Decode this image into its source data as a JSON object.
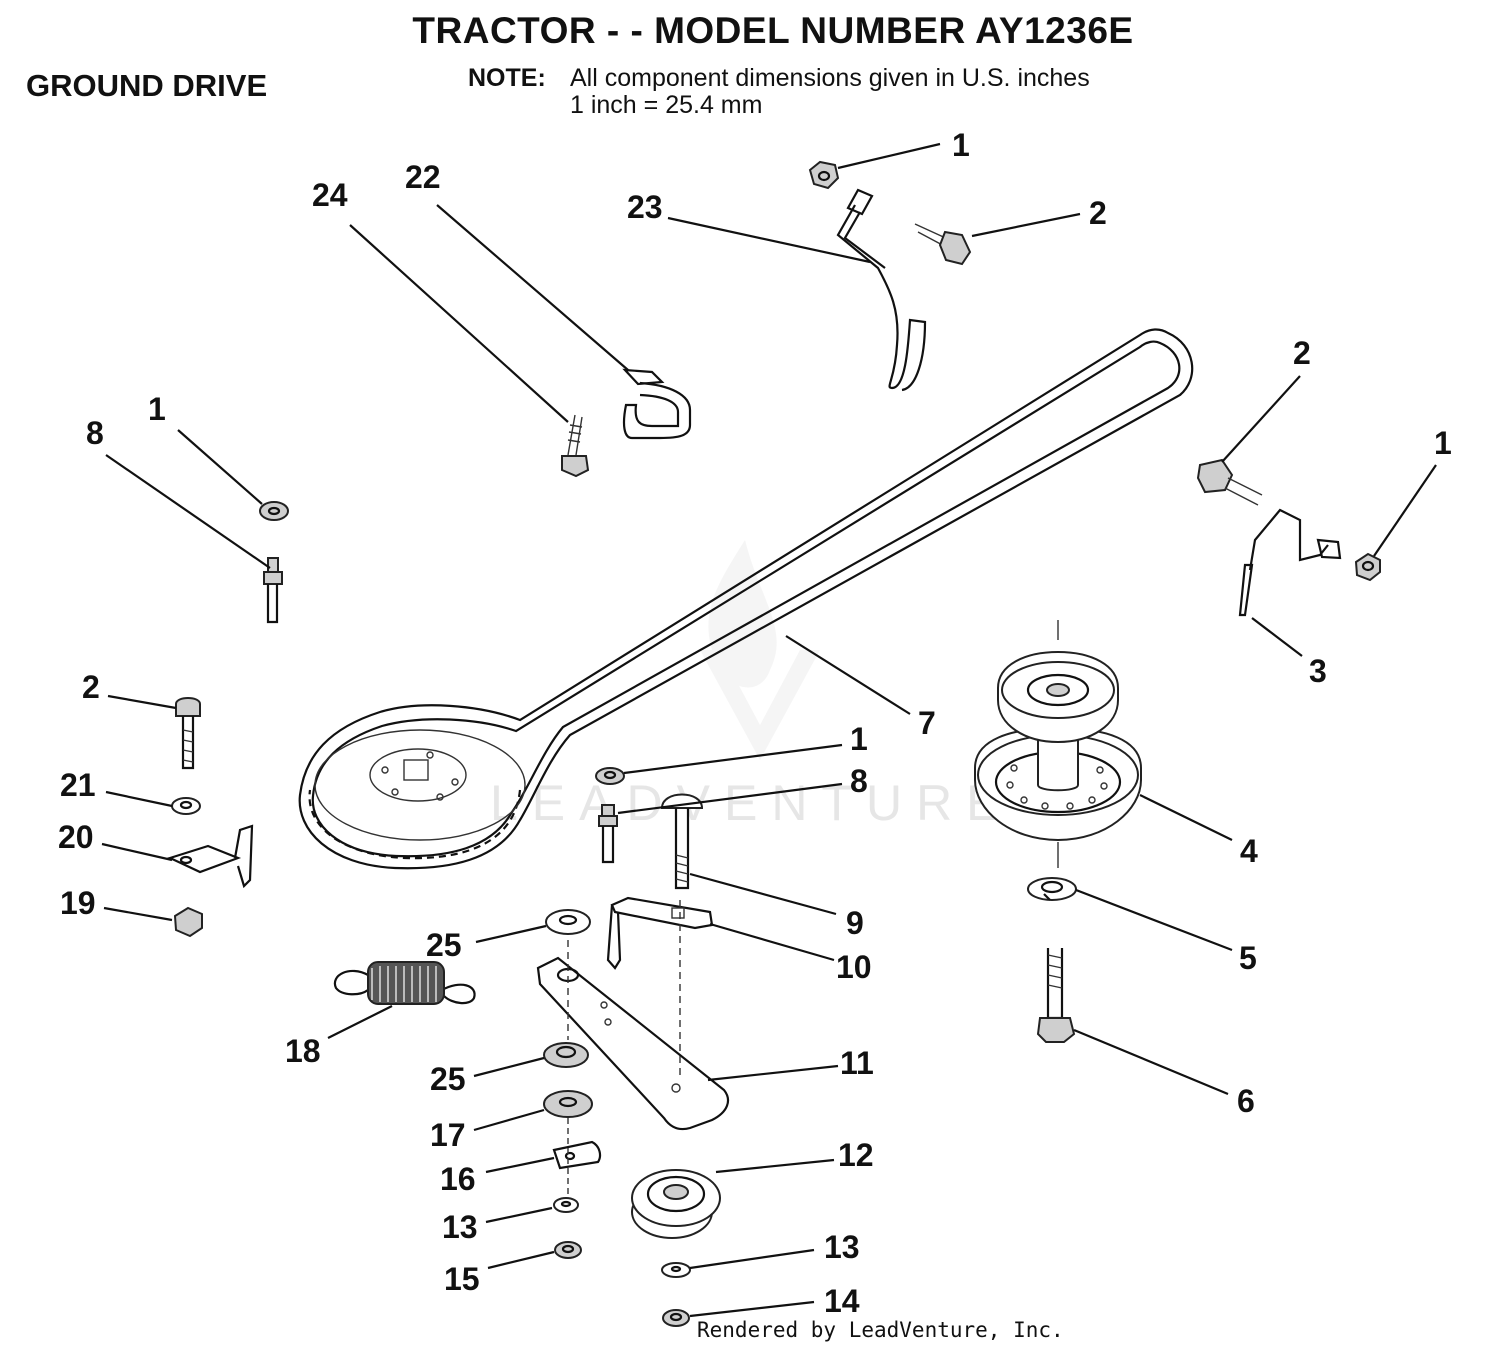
{
  "header": {
    "title": "TRACTOR - - MODEL NUMBER AY1236E",
    "section": "GROUND DRIVE",
    "note_label": "NOTE:",
    "note_line1": "All component dimensions given in U.S. inches",
    "note_line2": "1 inch = 25.4 mm"
  },
  "watermark": "LEADVENTURE",
  "footer": "Rendered by LeadVenture, Inc.",
  "callouts": [
    {
      "id": "c1a",
      "label": "1"
    },
    {
      "id": "c2a",
      "label": "2"
    },
    {
      "id": "c23",
      "label": "23"
    },
    {
      "id": "c24",
      "label": "24"
    },
    {
      "id": "c22",
      "label": "22"
    },
    {
      "id": "c2b",
      "label": "2"
    },
    {
      "id": "c1b",
      "label": "1"
    },
    {
      "id": "c1c",
      "label": "1"
    },
    {
      "id": "c8a",
      "label": "8"
    },
    {
      "id": "c3",
      "label": "3"
    },
    {
      "id": "c2c",
      "label": "2"
    },
    {
      "id": "c7",
      "label": "7"
    },
    {
      "id": "c1d",
      "label": "1"
    },
    {
      "id": "c21",
      "label": "21"
    },
    {
      "id": "c8b",
      "label": "8"
    },
    {
      "id": "c4",
      "label": "4"
    },
    {
      "id": "c20",
      "label": "20"
    },
    {
      "id": "c19",
      "label": "19"
    },
    {
      "id": "c9",
      "label": "9"
    },
    {
      "id": "c25a",
      "label": "25"
    },
    {
      "id": "c10",
      "label": "10"
    },
    {
      "id": "c5",
      "label": "5"
    },
    {
      "id": "c18",
      "label": "18"
    },
    {
      "id": "c11",
      "label": "11"
    },
    {
      "id": "c25b",
      "label": "25"
    },
    {
      "id": "c6",
      "label": "6"
    },
    {
      "id": "c17",
      "label": "17"
    },
    {
      "id": "c12",
      "label": "12"
    },
    {
      "id": "c16",
      "label": "16"
    },
    {
      "id": "c13a",
      "label": "13"
    },
    {
      "id": "c13b",
      "label": "13"
    },
    {
      "id": "c15",
      "label": "15"
    },
    {
      "id": "c14",
      "label": "14"
    }
  ]
}
